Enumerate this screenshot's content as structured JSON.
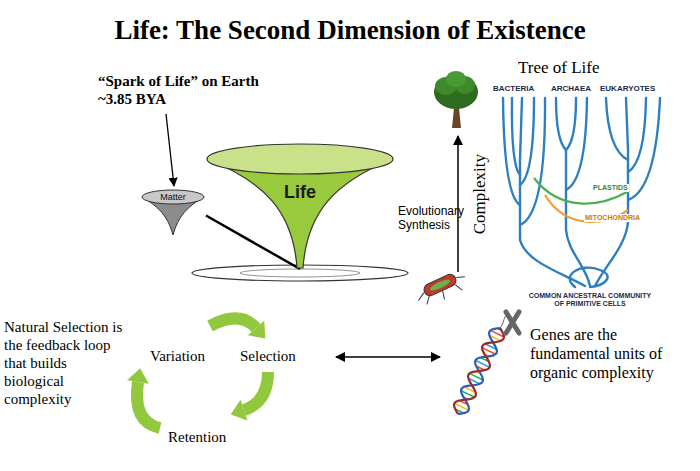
{
  "diagram": {
    "title": "Life: The Second Dimension of Existence",
    "nodes": [
      {
        "text": [
          "Matter"
        ]
      },
      {
        "text": [
          "Life"
        ]
      }
    ],
    "edges": [
      {
        "from": 0,
        "to": 1,
        "arrow": "none"
      }
    ],
    "labels": [
      "“Spark of Life” on Earth ~3.85 BYA",
      "Evolutionary Synthesis",
      "Complexity",
      "Tree of Life",
      "BACTERIA",
      "ARCHAEA",
      "EUKARYOTES",
      "PLASTIDS",
      "MITOCHONDRIA",
      "COMMON ANCESTRAL COMMUNITY OF PRIMITIVE CELLS",
      "Variation",
      "Selection",
      "Retention",
      "Natural Selection is the feedback loop that builds biological complexity",
      "Genes are the fundamental units of organic complexity"
    ]
  }
}
